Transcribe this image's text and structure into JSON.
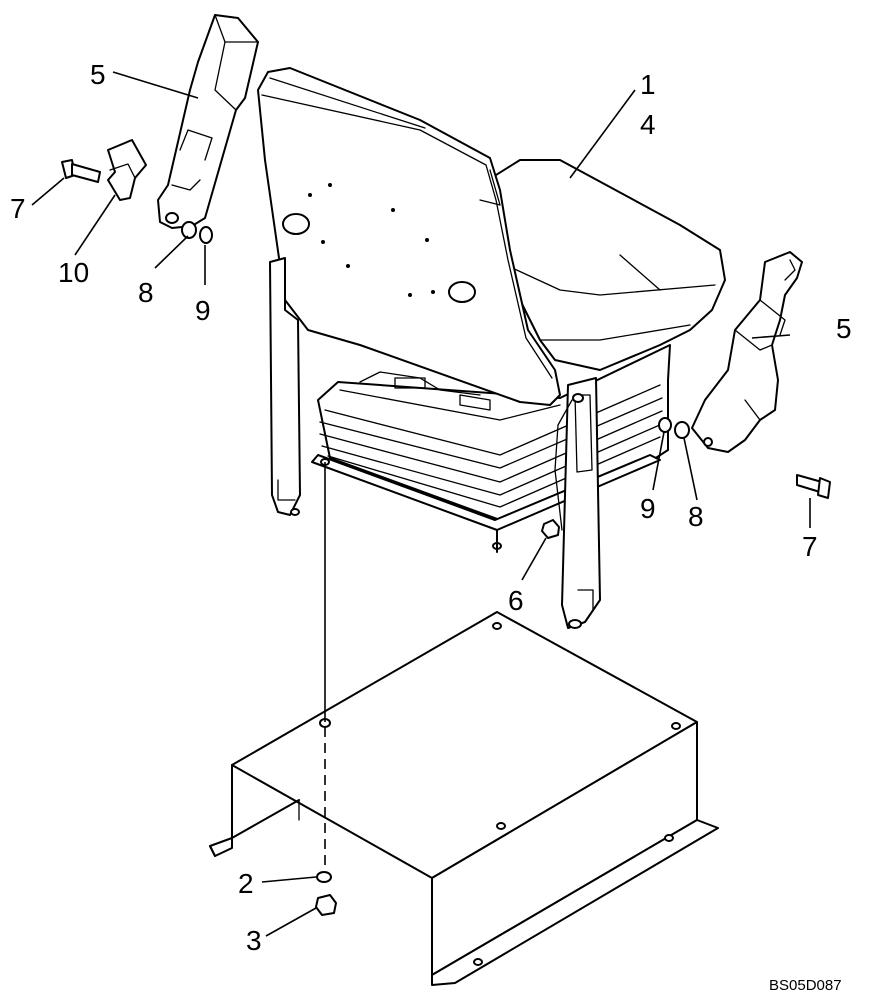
{
  "diagram": {
    "drawing_code": "BS05D087",
    "callouts": [
      {
        "id": "c1",
        "label": "1"
      },
      {
        "id": "c4",
        "label": "4"
      },
      {
        "id": "c5a",
        "label": "5"
      },
      {
        "id": "c5b",
        "label": "5"
      },
      {
        "id": "c7a",
        "label": "7"
      },
      {
        "id": "c7b",
        "label": "7"
      },
      {
        "id": "c10",
        "label": "10"
      },
      {
        "id": "c8a",
        "label": "8"
      },
      {
        "id": "c9a",
        "label": "9"
      },
      {
        "id": "c9b",
        "label": "9"
      },
      {
        "id": "c8b",
        "label": "8"
      },
      {
        "id": "c6",
        "label": "6"
      },
      {
        "id": "c2",
        "label": "2"
      },
      {
        "id": "c3",
        "label": "3"
      }
    ]
  }
}
